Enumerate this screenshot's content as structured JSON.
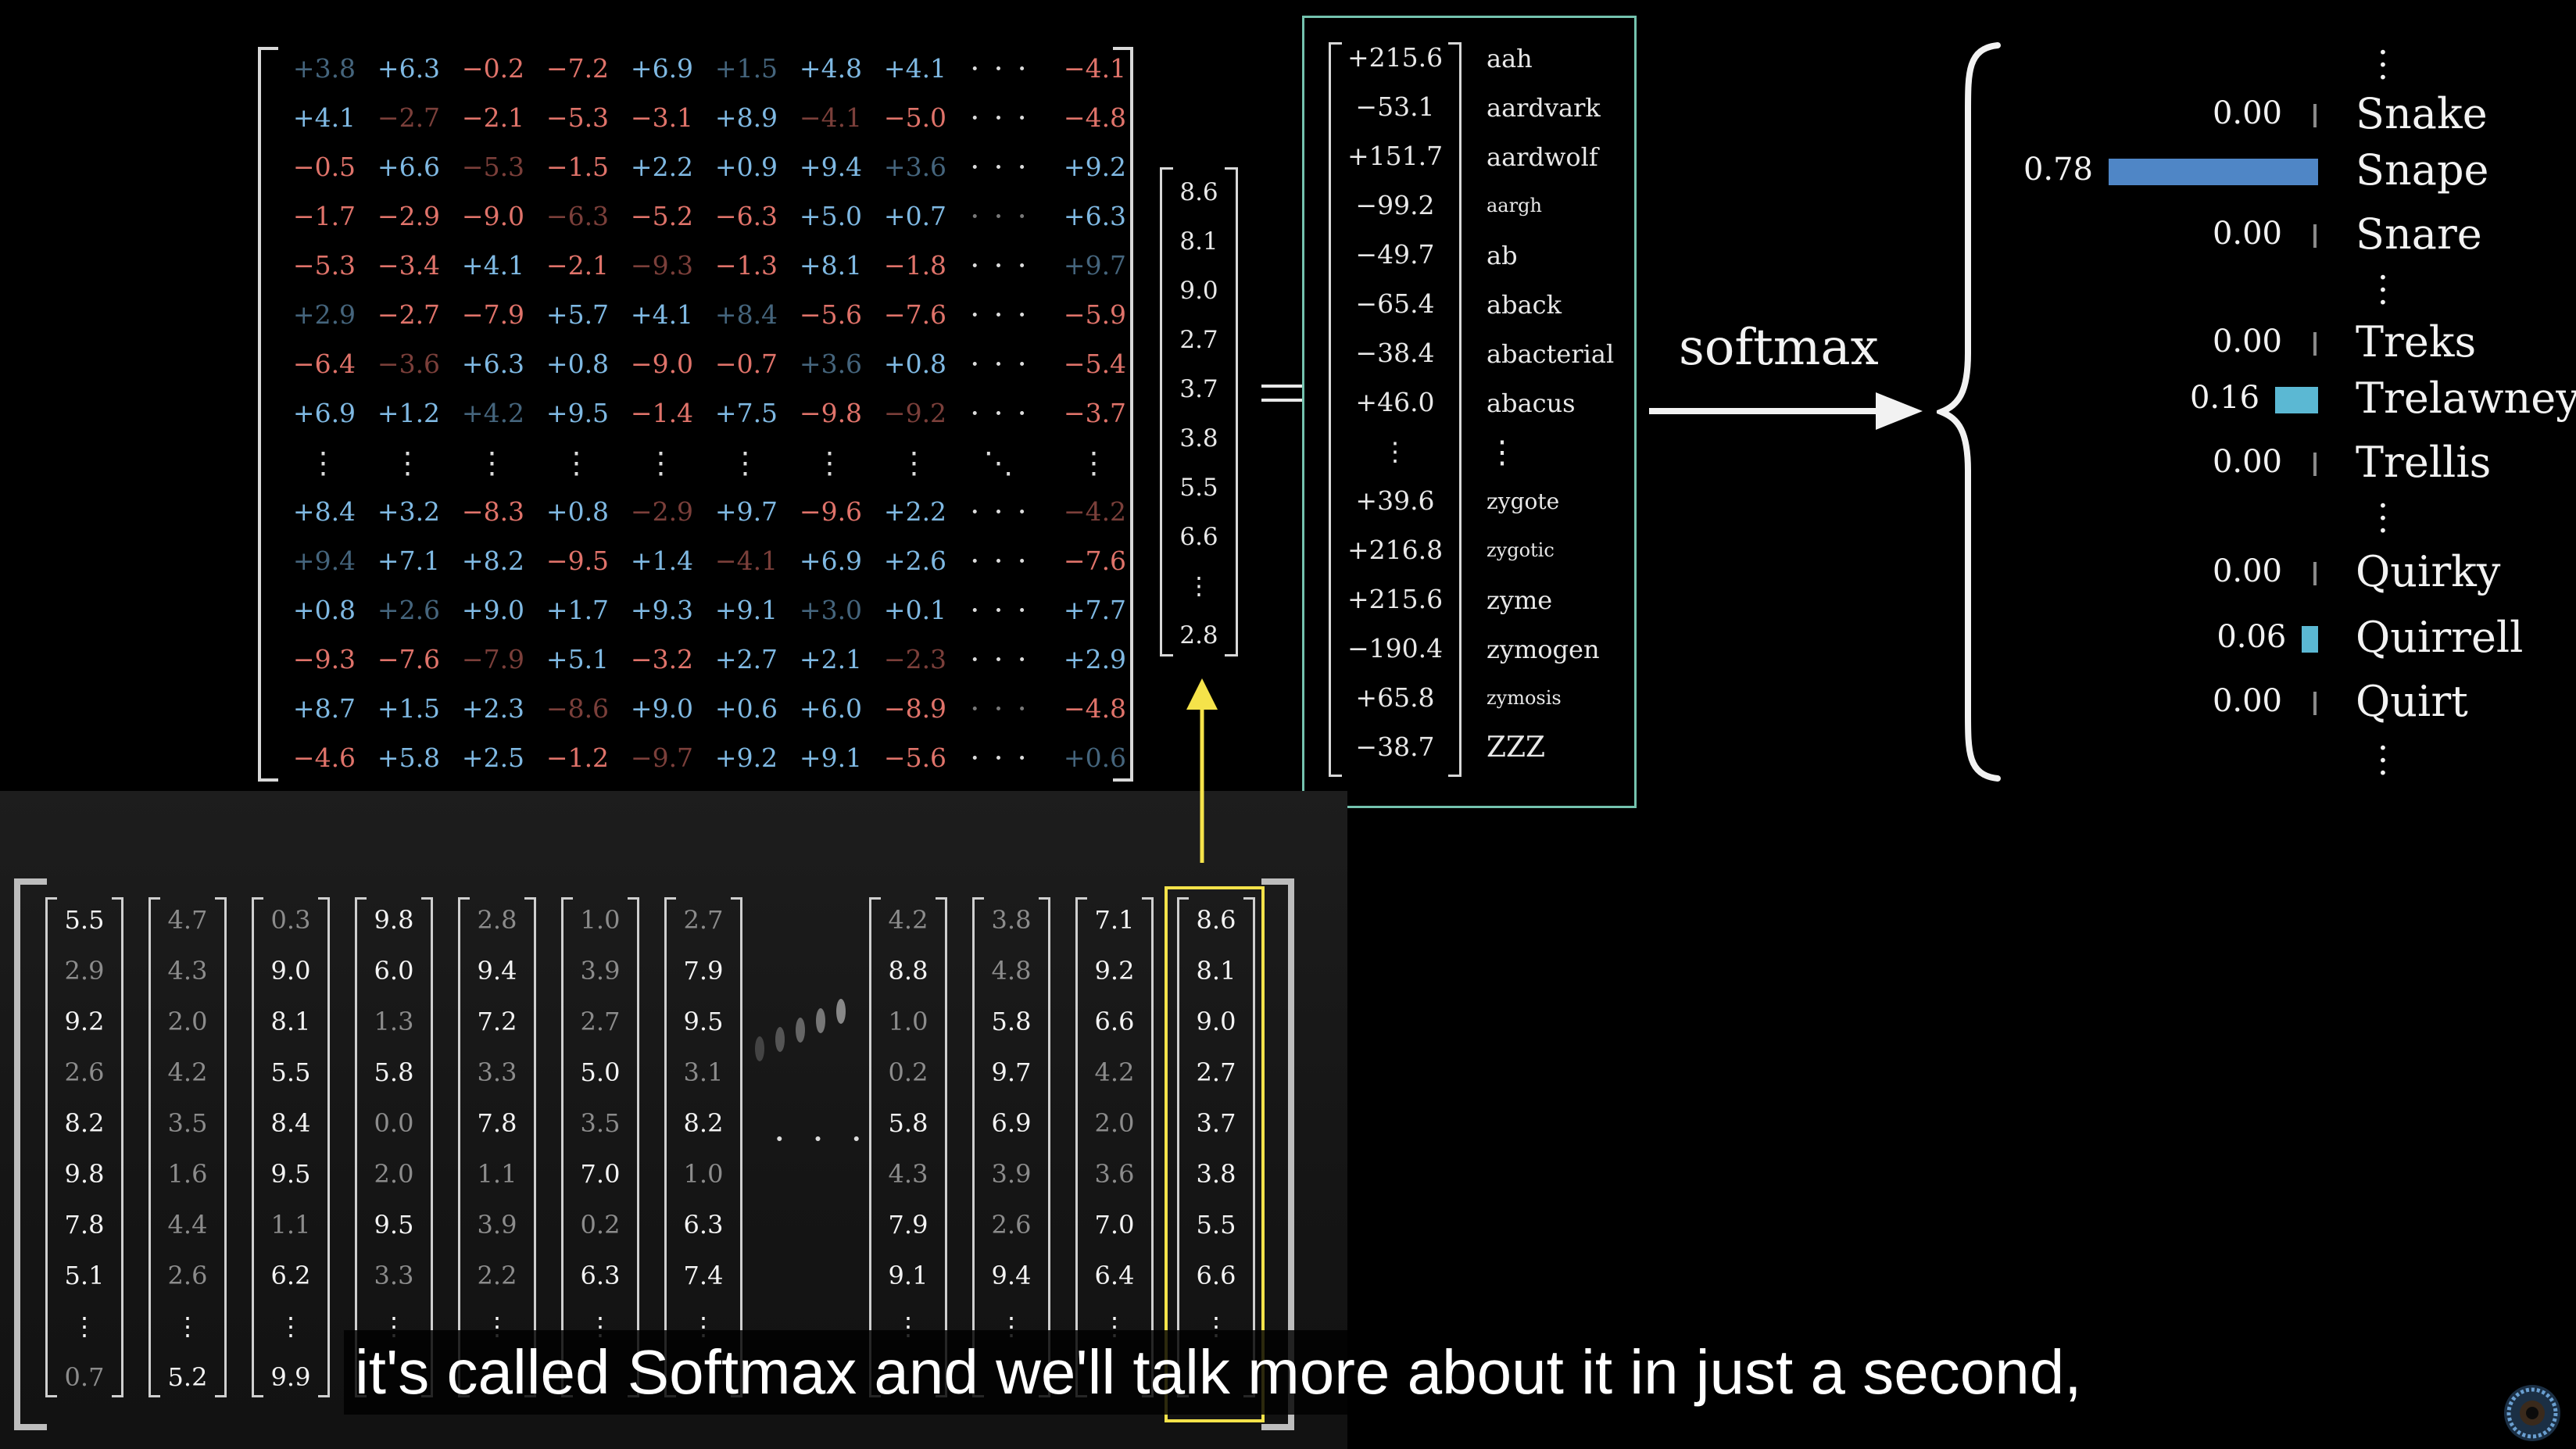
{
  "matrix": {
    "rows": [
      [
        "+3.8",
        "+6.3",
        "−0.2",
        "−7.2",
        "+6.9",
        "+1.5",
        "+4.8",
        "+4.1",
        "· · ·",
        "−4.1"
      ],
      [
        "+4.1",
        "−2.7",
        "−2.1",
        "−5.3",
        "−3.1",
        "+8.9",
        "−4.1",
        "−5.0",
        "· · ·",
        "−4.8"
      ],
      [
        "−0.5",
        "+6.6",
        "−5.3",
        "−1.5",
        "+2.2",
        "+0.9",
        "+9.4",
        "+3.6",
        "· · ·",
        "+9.2"
      ],
      [
        "−1.7",
        "−2.9",
        "−9.0",
        "−6.3",
        "−5.2",
        "−6.3",
        "+5.0",
        "+0.7",
        "· · ·",
        "+6.3"
      ],
      [
        "−5.3",
        "−3.4",
        "+4.1",
        "−2.1",
        "−9.3",
        "−1.3",
        "+8.1",
        "−1.8",
        "· · ·",
        "+9.7"
      ],
      [
        "+2.9",
        "−2.7",
        "−7.9",
        "+5.7",
        "+4.1",
        "+8.4",
        "−5.6",
        "−7.6",
        "· · ·",
        "−5.9"
      ],
      [
        "−6.4",
        "−3.6",
        "+6.3",
        "+0.8",
        "−9.0",
        "−0.7",
        "+3.6",
        "+0.8",
        "· · ·",
        "−5.4"
      ],
      [
        "+6.9",
        "+1.2",
        "+4.2",
        "+9.5",
        "−1.4",
        "+7.5",
        "−9.8",
        "−9.2",
        "· · ·",
        "−3.7"
      ],
      [
        "⋮",
        "⋮",
        "⋮",
        "⋮",
        "⋮",
        "⋮",
        "⋮",
        "⋮",
        "⋱",
        "⋮"
      ],
      [
        "+8.4",
        "+3.2",
        "−8.3",
        "+0.8",
        "−2.9",
        "+9.7",
        "−9.6",
        "+2.2",
        "· · ·",
        "−4.2"
      ],
      [
        "+9.4",
        "+7.1",
        "+8.2",
        "−9.5",
        "+1.4",
        "−4.1",
        "+6.9",
        "+2.6",
        "· · ·",
        "−7.6"
      ],
      [
        "+0.8",
        "+2.6",
        "+9.0",
        "+1.7",
        "+9.3",
        "+9.1",
        "+3.0",
        "+0.1",
        "· · ·",
        "+7.7"
      ],
      [
        "−9.3",
        "−7.6",
        "−7.9",
        "+5.1",
        "−3.2",
        "+2.7",
        "+2.1",
        "−2.3",
        "· · ·",
        "+2.9"
      ],
      [
        "+8.7",
        "+1.5",
        "+2.3",
        "−8.6",
        "+9.0",
        "+0.6",
        "+6.0",
        "−8.9",
        "· · ·",
        "−4.8"
      ],
      [
        "−4.6",
        "+5.8",
        "+2.5",
        "−1.2",
        "−9.7",
        "+9.2",
        "+9.1",
        "−5.6",
        "· · ·",
        "+0.6"
      ]
    ]
  },
  "vector": [
    "8.6",
    "8.1",
    "9.0",
    "2.7",
    "3.7",
    "3.8",
    "5.5",
    "6.6",
    "⋮",
    "2.8"
  ],
  "logits": [
    {
      "value": "+215.6",
      "word": "aah",
      "size": 32
    },
    {
      "value": "−53.1",
      "word": "aardvark",
      "size": 32
    },
    {
      "value": "+151.7",
      "word": "aardwolf",
      "size": 32
    },
    {
      "value": "−99.2",
      "word": "aargh",
      "size": 24
    },
    {
      "value": "−49.7",
      "word": "ab",
      "size": 32
    },
    {
      "value": "−65.4",
      "word": "aback",
      "size": 32
    },
    {
      "value": "−38.4",
      "word": "abacterial",
      "size": 32
    },
    {
      "value": "+46.0",
      "word": "abacus",
      "size": 32
    },
    {
      "value": "⋮",
      "word": "⋮",
      "size": 40
    },
    {
      "value": "+39.6",
      "word": "zygote",
      "size": 28
    },
    {
      "value": "+216.8",
      "word": "zygotic",
      "size": 24
    },
    {
      "value": "+215.6",
      "word": "zyme",
      "size": 32
    },
    {
      "value": "−190.4",
      "word": "zymogen",
      "size": 32
    },
    {
      "value": "+65.8",
      "word": "zymosis",
      "size": 24
    },
    {
      "value": "−38.7",
      "word": "ZZZ",
      "size": 36
    }
  ],
  "softmax_label": "softmax",
  "probabilities": [
    {
      "word": "Snake",
      "value": "0.00",
      "p": 0.0,
      "color": "#8a8a8a",
      "dotsBefore": true
    },
    {
      "word": "Snape",
      "value": "0.78",
      "p": 0.78,
      "color": "#4f86c6"
    },
    {
      "word": "Snare",
      "value": "0.00",
      "p": 0.0,
      "color": "#8a8a8a"
    },
    {
      "word": "Treks",
      "value": "0.00",
      "p": 0.0,
      "color": "#8a8a8a",
      "dotsBefore": true
    },
    {
      "word": "Trelawney",
      "value": "0.16",
      "p": 0.16,
      "color": "#5bb8d3"
    },
    {
      "word": "Trellis",
      "value": "0.00",
      "p": 0.0,
      "color": "#8a8a8a"
    },
    {
      "word": "Quirky",
      "value": "0.00",
      "p": 0.0,
      "color": "#8a8a8a",
      "dotsBefore": true
    },
    {
      "word": "Quirrell",
      "value": "0.06",
      "p": 0.06,
      "color": "#5bb8d3"
    },
    {
      "word": "Quirt",
      "value": "0.00",
      "p": 0.0,
      "color": "#8a8a8a",
      "dotsAfter": true
    }
  ],
  "embeddings": [
    [
      "5.5",
      "2.9",
      "9.2",
      "2.6",
      "8.2",
      "9.8",
      "7.8",
      "5.1",
      "⋮",
      "0.7"
    ],
    [
      "4.7",
      "4.3",
      "2.0",
      "4.2",
      "3.5",
      "1.6",
      "4.4",
      "2.6",
      "⋮",
      "5.2"
    ],
    [
      "0.3",
      "9.0",
      "8.1",
      "5.5",
      "8.4",
      "9.5",
      "1.1",
      "6.2",
      "⋮",
      "9.9"
    ],
    [
      "9.8",
      "6.0",
      "1.3",
      "5.8",
      "0.0",
      "2.0",
      "9.5",
      "3.3",
      "⋮",
      ""
    ],
    [
      "2.8",
      "9.4",
      "7.2",
      "3.3",
      "7.8",
      "1.1",
      "3.9",
      "2.2",
      "⋮",
      ""
    ],
    [
      "1.0",
      "3.9",
      "2.7",
      "5.0",
      "3.5",
      "7.0",
      "0.2",
      "6.3",
      "⋮",
      ""
    ],
    [
      "2.7",
      "7.9",
      "9.5",
      "3.1",
      "8.2",
      "1.0",
      "6.3",
      "7.4",
      "⋮",
      ""
    ],
    [
      "4.2",
      "8.8",
      "1.0",
      "0.2",
      "5.8",
      "4.3",
      "7.9",
      "9.1",
      "⋮",
      ""
    ],
    [
      "3.8",
      "4.8",
      "5.8",
      "9.7",
      "6.9",
      "3.9",
      "2.6",
      "9.4",
      "⋮",
      ""
    ],
    [
      "7.1",
      "9.2",
      "6.6",
      "4.2",
      "2.0",
      "3.6",
      "7.0",
      "6.4",
      "⋮",
      ""
    ],
    [
      "8.6",
      "8.1",
      "9.0",
      "2.7",
      "3.7",
      "3.8",
      "5.5",
      "6.6",
      "⋮",
      ""
    ]
  ],
  "panel_ellipsis": "· · ·",
  "subtitle": "it's called Softmax and we'll talk more about it in just a second,"
}
